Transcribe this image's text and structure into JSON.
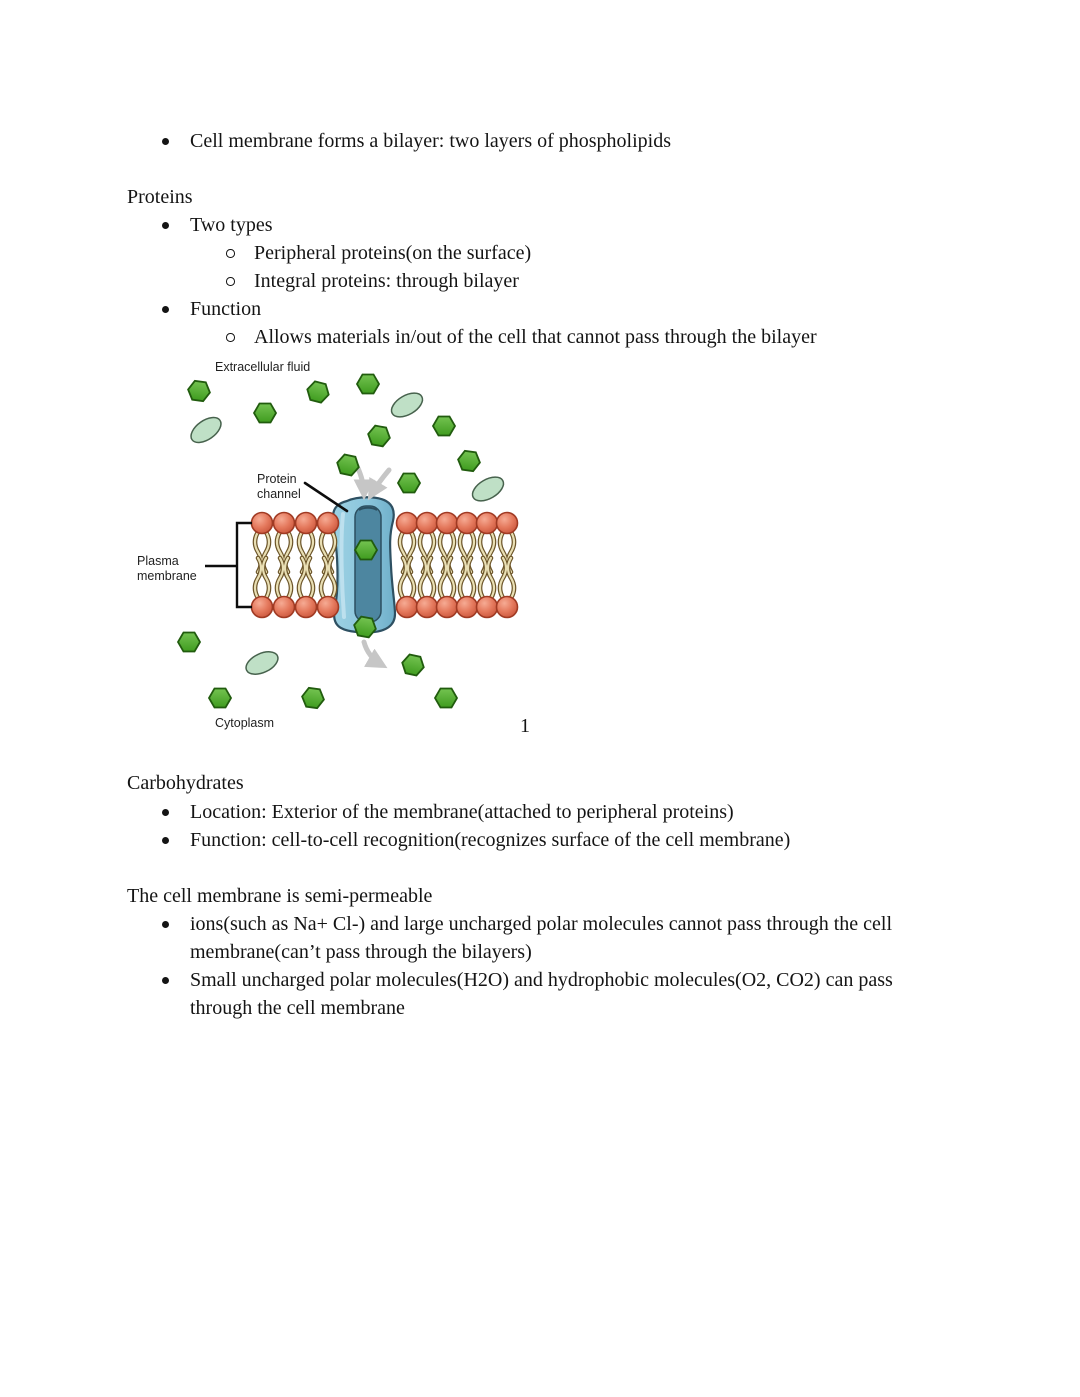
{
  "content": {
    "intro_bullet": "Cell membrane forms a bilayer: two layers of phospholipids",
    "proteins": {
      "heading": "Proteins",
      "two_types_label": "Two types",
      "two_types_items": [
        "Peripheral proteins(on the surface)",
        "Integral proteins: through bilayer"
      ],
      "function_label": "Function",
      "function_items": [
        "Allows materials in/out of the cell that cannot pass through the bilayer"
      ]
    },
    "carbohydrates": {
      "heading": "Carbohydrates",
      "items": [
        "Location: Exterior of the membrane(attached to peripheral proteins)",
        "Function: cell-to-cell recognition(recognizes surface of the cell membrane)"
      ]
    },
    "semi_permeable": {
      "heading": "The cell membrane is semi-permeable",
      "item1_lines": [
        "ions(such as Na+ Cl-) and large uncharged polar molecules cannot pass through the cell",
        "membrane(can’t pass through the bilayers)"
      ],
      "item2_lines": [
        "Small uncharged polar molecules(H2O) and hydrophobic molecules(O2, CO2) can pass",
        "through the cell membrane"
      ]
    }
  },
  "diagram": {
    "labels": {
      "extracellular_fluid": "Extracellular fluid",
      "protein_line1": "Protein",
      "protein_line2": "channel",
      "plasma_line1": "Plasma",
      "plasma_line2": "membrane",
      "cytoplasm": "Cytoplasm"
    },
    "colors": {
      "hexagon_fill": "#55b22e",
      "hexagon_outline": "#215c0e",
      "oval_fill": "#bfe0c6",
      "oval_outline": "#47624d",
      "channel_fill": "#8ac5dc",
      "channel_inner": "#4d86a0",
      "lipid_head": "#e87a61",
      "lipid_head_outline": "#a03a23",
      "lipid_tail": "#e9dfb4",
      "lipid_tail_outline": "#6b5428",
      "arrow_gray": "#c6c6c6"
    }
  },
  "page_number": "1"
}
